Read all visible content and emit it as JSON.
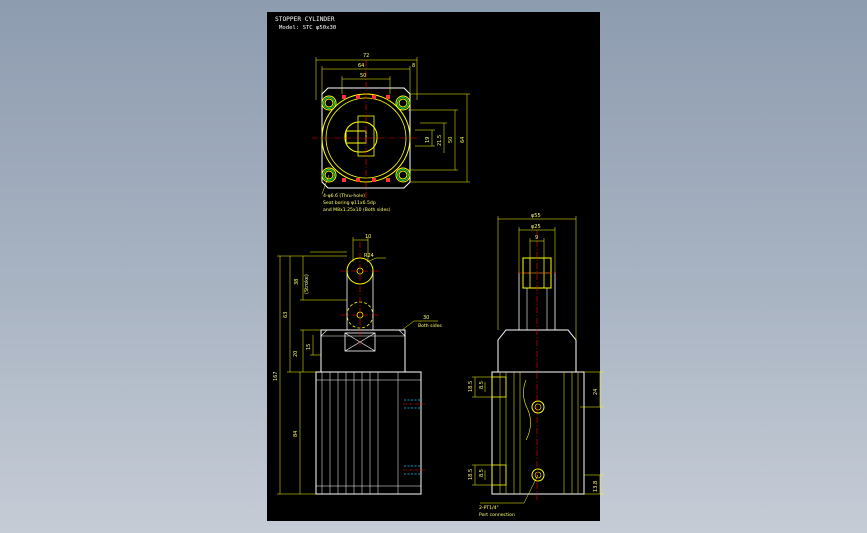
{
  "drawing": {
    "title": "STOPPER CYLINDER",
    "model": "Model: STC φ50x30"
  },
  "top_view": {
    "dims": {
      "w72": "72",
      "w64": "64",
      "w50": "50",
      "w8": "8",
      "h19": "19",
      "h215": "21.5",
      "h50": "50",
      "h64": "64"
    },
    "notes": [
      "4-φ6.6 (Thru-hole)",
      "Seat boring φ11x6.5dp",
      "and M8x1.25x10 (Both sides)"
    ]
  },
  "side_view": {
    "dims": {
      "d10": "10",
      "r24": "R24",
      "d38": "38",
      "d38sub": "(Stroke)",
      "d63": "63",
      "d20": "20",
      "d15": "15",
      "d30": "30",
      "d30sub": "Both sides",
      "d167": "167",
      "d84": "84"
    }
  },
  "front_view": {
    "dims": {
      "d55": "φ55",
      "d25": "φ25",
      "d9": "9",
      "d24": "24",
      "d185a": "18.5",
      "d85a": "8.5",
      "d185b": "18.5",
      "d85b": "8.5",
      "d138": "13.8"
    },
    "notes": [
      "2-PT1/4\"",
      "Port connection"
    ]
  },
  "colors": {
    "background": "#8e9cb0",
    "sheet": "#000000",
    "line": "#ffff00",
    "center": "#ff0000",
    "body": "#ffffff",
    "dim": "#ffff66",
    "accent": "#00ff66"
  }
}
